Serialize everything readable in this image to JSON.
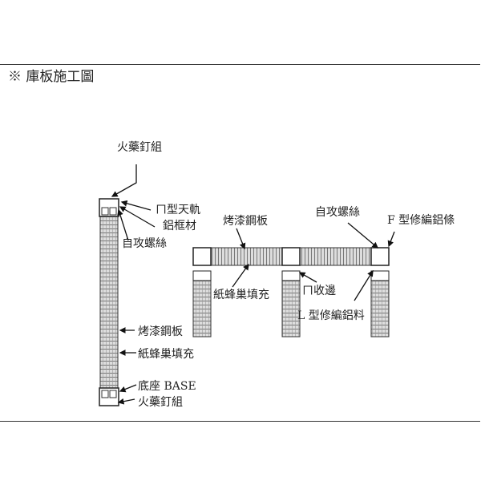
{
  "title": "※ 庫板施工圖",
  "left_labels": {
    "top_nail": "火藥釘組",
    "ceiling_rail": "ㄇ型天軌",
    "aluminum_frame": "鋁框材",
    "self_tapping_screw": "自攻螺絲",
    "painted_steel": "烤漆鋼板",
    "honeycomb_fill": "紙蜂巢填充",
    "base": "底座 BASE",
    "bottom_nail": "火藥釘組"
  },
  "right_labels": {
    "painted_steel": "烤漆鋼板",
    "self_tapping_screw": "自攻螺絲",
    "f_trim": "F 型修編鋁條",
    "honeycomb_fill": "紙蜂巢填充",
    "u_edge": "ㄇ收邊",
    "l_trim": "L 型修編鋁料"
  }
}
